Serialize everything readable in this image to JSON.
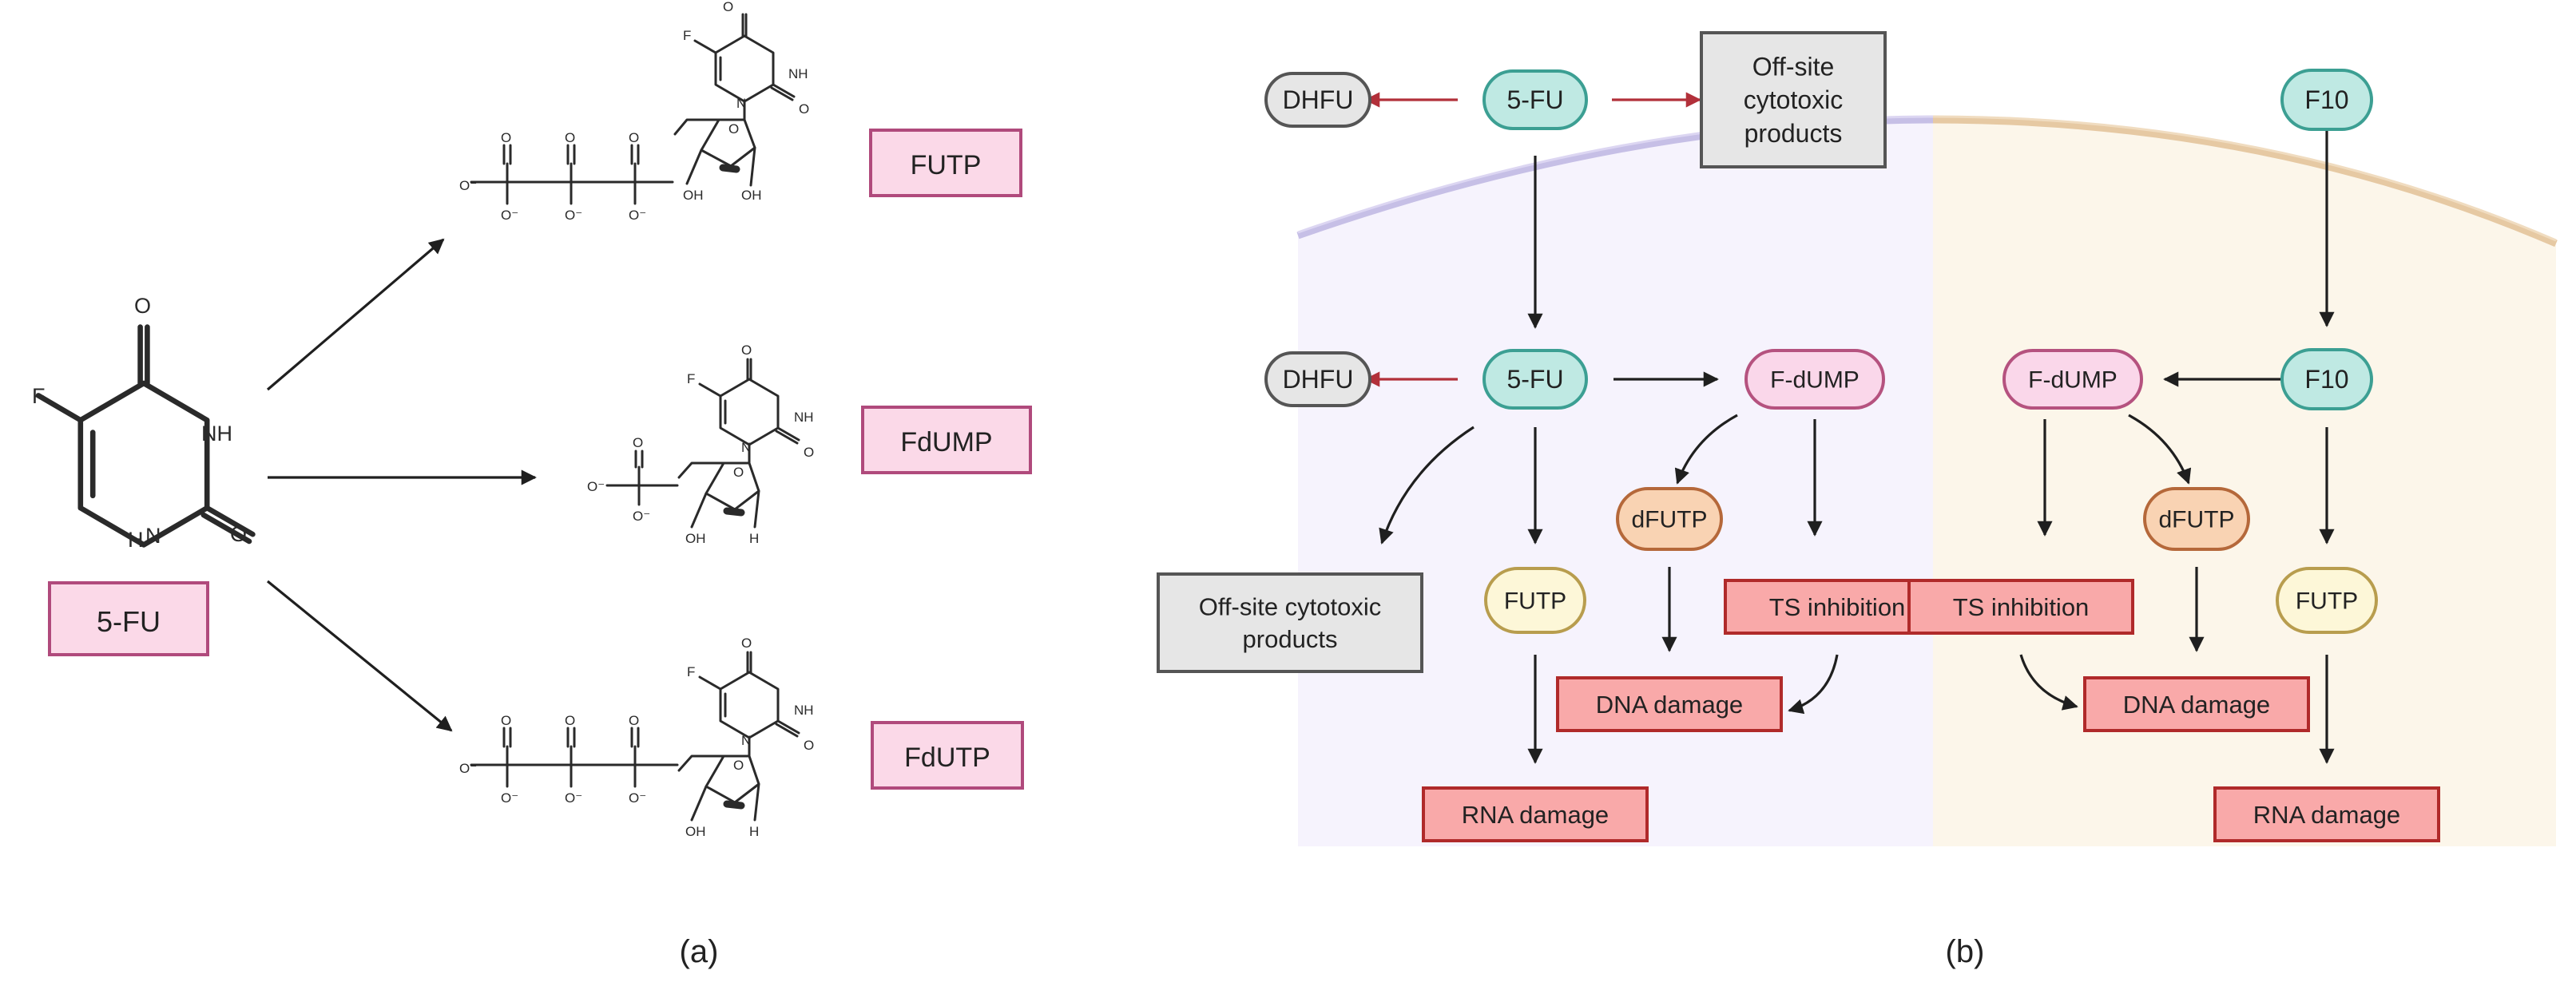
{
  "panel_a": {
    "caption": "(a)",
    "source_label": "5-FU",
    "product_labels": [
      "FUTP",
      "FdUMP",
      "FdUTP"
    ]
  },
  "panel_b": {
    "caption": "(b)",
    "nodes": {
      "dhfu_top": "DHFU",
      "fu_top": "5-FU",
      "offsite_top": [
        "Off-site",
        "cytotoxic",
        "products"
      ],
      "f10_top": "F10",
      "dhfu_mid": "DHFU",
      "fu_mid": "5-FU",
      "fdump_left": "F-dUMP",
      "fdump_right": "F-dUMP",
      "f10_mid": "F10",
      "dfutp_left": "dFUTP",
      "dfutp_right": "dFUTP",
      "futp_left": "FUTP",
      "futp_right": "FUTP",
      "offsite_mid": [
        "Off-site cytotoxic",
        "products"
      ],
      "ts_left": "TS inhibition",
      "ts_right": "TS inhibition",
      "dna_left": "DNA damage",
      "dna_right": "DNA damage",
      "rna_left": "RNA damage",
      "rna_right": "RNA damage"
    }
  },
  "colors": {
    "teal_fill": "#bfe9e3",
    "teal_stroke": "#3c9f93",
    "pink_fill": "#fad7ea",
    "pink_stroke": "#b5527f",
    "orange_fill": "#f9d3b3",
    "orange_stroke": "#b5683a",
    "yellow_fill": "#fdf7d8",
    "yellow_stroke": "#b89d4e",
    "gray_fill": "#e6e6e6",
    "gray_stroke": "#555555",
    "red_fill": "#f9a9a9",
    "red_stroke": "#b02a2a",
    "label_fill": "#fbd9e8",
    "label_stroke": "#b04a7c",
    "cell_left": "#f6f3fd",
    "cell_right": "#fcf6ea",
    "membrane_left": "#c6bfe6",
    "membrane_right": "#e6c9a3"
  }
}
